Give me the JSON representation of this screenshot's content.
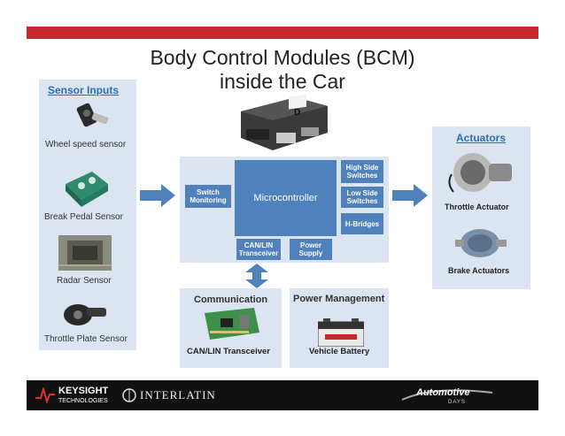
{
  "title_line1": "Body Control Modules (BCM)",
  "title_line2": "inside the Car",
  "sensors": {
    "title": "Sensor Inputs",
    "wheel_speed": "Wheel speed sensor",
    "break_pedal": "Break Pedal Sensor",
    "radar": "Radar Sensor",
    "throttle_plate": "Throttle Plate Sensor"
  },
  "actuators": {
    "title": "Actuators",
    "throttle": "Throttle Actuator",
    "brake": "Brake Actuators"
  },
  "bcm": {
    "switch_monitoring": "Switch Monitoring",
    "microcontroller": "Microcontroller",
    "high_side": "High Side Switches",
    "low_side": "Low Side Switches",
    "h_bridges": "H-Bridges",
    "can_lin": "CAN/LIN Transceiver",
    "power_supply": "Power Supply"
  },
  "communication": {
    "title": "Communication",
    "caption": "CAN/LIN Transceiver"
  },
  "power": {
    "title": "Power Management",
    "caption": "Vehicle Battery"
  },
  "logos": {
    "keysight": "KEYSIGHT",
    "keysight_sub": "TECHNOLOGIES",
    "interlatin": "INTERLATIN",
    "automotive": "Automotive",
    "automotive_sub": "DAYS"
  },
  "colors": {
    "accent_red": "#c8282d",
    "box_blue": "#4f81bd",
    "panel_bg": "#dbe5f1",
    "title_blue": "#2e6db8"
  }
}
